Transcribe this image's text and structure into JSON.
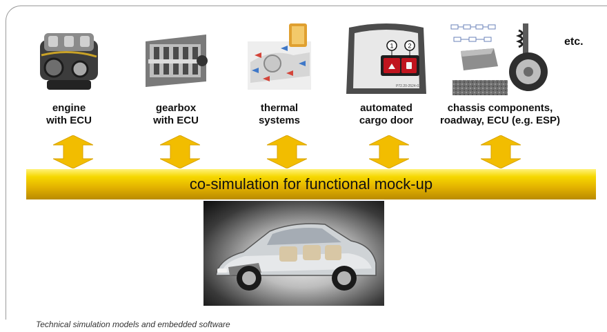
{
  "components": [
    {
      "label": "engine\nwith ECU",
      "icon": "engine-icon"
    },
    {
      "label": "gearbox\nwith ECU",
      "icon": "gearbox-icon"
    },
    {
      "label": "thermal\nsystems",
      "icon": "thermal-system-icon"
    },
    {
      "label": "automated\ncargo door",
      "icon": "cargo-door-icon"
    },
    {
      "label": "chassis components,\nroadway, ECU (e.g. ESP)",
      "icon": "chassis-icon"
    }
  ],
  "etc_label": "etc.",
  "cargo_buttons": [
    "1",
    "2"
  ],
  "cargo_part_number": "P72.20-2524-03",
  "bar_label": "co-simulation for functional mock-up",
  "caption": "Technical simulation models and embedded software",
  "colors": {
    "bar_gold": "#e3b200",
    "arrow_gold": "#f2bd00",
    "frame_grey": "#9a9a9a",
    "button_red": "#c0141e"
  }
}
